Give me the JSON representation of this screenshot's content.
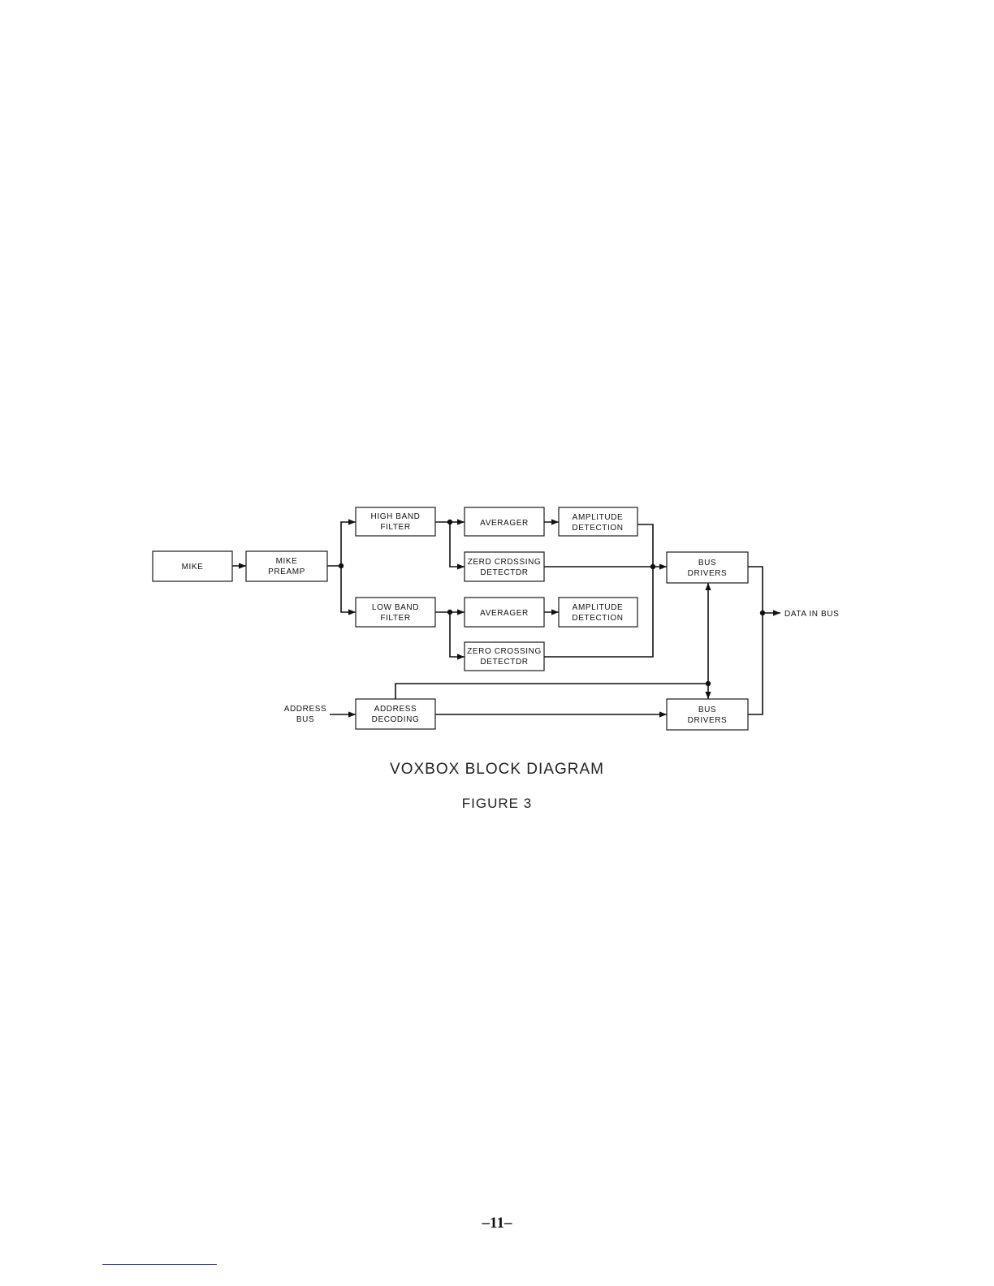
{
  "diagram": {
    "blocks": {
      "mike": [
        "MIKE"
      ],
      "mike_preamp": [
        "MIKE",
        "PREAMP"
      ],
      "high_band_filter": [
        "HIGH BAND",
        "FILTER"
      ],
      "averager_high": [
        "AVERAGER"
      ],
      "amplitude_detection_high": [
        "AMPLITUDE",
        "DETECTION"
      ],
      "zero_crossing_high": [
        "ZERD CRDSSING",
        "DETECTDR"
      ],
      "low_band_filter": [
        "LOW BAND",
        "FILTER"
      ],
      "averager_low": [
        "AVERAGER"
      ],
      "amplitude_detection_low": [
        "AMPLITUDE",
        "DETECTION"
      ],
      "zero_crossing_low": [
        "ZERO CROSSING",
        "DETECTDR"
      ],
      "bus_drivers_top": [
        "BUS",
        "DRIVERS"
      ],
      "address_decoding": [
        "ADDRESS",
        "DECODING"
      ],
      "bus_drivers_bottom": [
        "BUS",
        "DRIVERS"
      ]
    },
    "external_labels": {
      "address_bus": [
        "ADDRESS",
        "BUS"
      ],
      "data_in_bus": "DATA IN BUS"
    }
  },
  "caption": {
    "title": "VOXBOX BLOCK DIAGRAM",
    "figure": "FIGURE 3"
  },
  "page_number": "–11–"
}
